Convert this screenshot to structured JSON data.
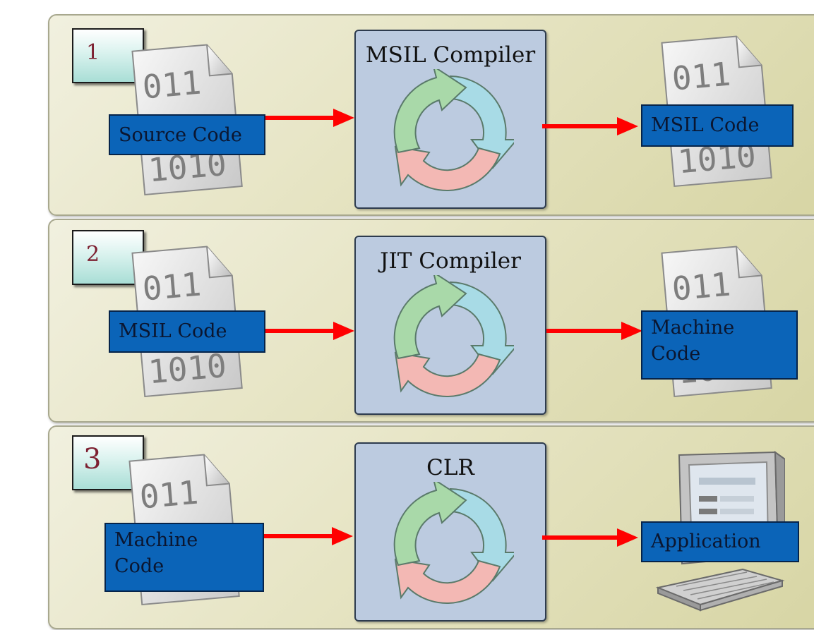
{
  "stages": [
    {
      "number": "1",
      "compiler": "MSIL Compiler",
      "input": "Source Code",
      "output": "MSIL Code"
    },
    {
      "number": "2",
      "compiler": "JIT Compiler",
      "input": "MSIL Code",
      "output": "Machine Code"
    },
    {
      "number": "3",
      "compiler": "CLR",
      "input": "Machine Code",
      "output": "Application"
    }
  ],
  "document_glyphs": [
    "011",
    "1010"
  ],
  "colors": {
    "label_fill": "#0b64b8",
    "arrow": "#ff0000",
    "compiler_box": "#bccbe0",
    "stage_number": "#7d2031"
  }
}
